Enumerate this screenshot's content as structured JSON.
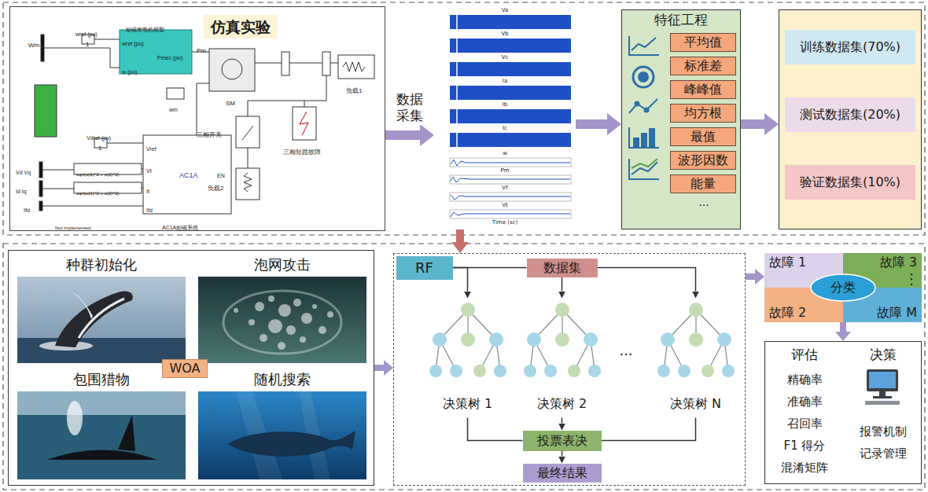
{
  "diagram": {
    "nodes": [
      {
        "text": [
          "仿真实验"
        ]
      },
      {
        "text": [
          "Va",
          "Vb",
          "Vc",
          "Ia",
          "Ib",
          "Ic",
          "w",
          "Pm",
          "Vf",
          "Vt",
          "Time (sc)"
        ]
      },
      {
        "text": [
          "特征工程",
          "..."
        ]
      },
      {
        "text": [
          "平均值"
        ],
        "in": 2
      },
      {
        "text": [
          "标准差"
        ],
        "in": 2
      },
      {
        "text": [
          "峰峰值"
        ],
        "in": 2
      },
      {
        "text": [
          "均方根"
        ],
        "in": 2
      },
      {
        "text": [
          "最值"
        ],
        "in": 2
      },
      {
        "text": [
          "波形因数"
        ],
        "in": 2
      },
      {
        "text": [
          "能量"
        ],
        "in": 2
      },
      {
        "text": []
      },
      {
        "text": [
          "训练数据集(70%)"
        ],
        "in": 10
      },
      {
        "text": [
          "测试数据集(20%)"
        ],
        "in": 10
      },
      {
        "text": [
          "验证数据集(10%)"
        ],
        "in": 10
      },
      {
        "text": [
          "WOA"
        ]
      },
      {
        "text": [
          "种群初始化"
        ],
        "in": 14
      },
      {
        "text": [
          "泡网攻击"
        ],
        "in": 14
      },
      {
        "text": [
          "包围猎物"
        ],
        "in": 14
      },
      {
        "text": [
          "随机搜索"
        ],
        "in": 14
      },
      {
        "text": [
          "..."
        ]
      },
      {
        "text": [
          "RF"
        ],
        "in": 19
      },
      {
        "text": [
          "数据集"
        ],
        "in": 19
      },
      {
        "text": [
          "决策树 1"
        ],
        "in": 19
      },
      {
        "text": [
          "决策树 2"
        ],
        "in": 19
      },
      {
        "text": [
          "决策树 N"
        ],
        "in": 19
      },
      {
        "text": [
          "投票表决"
        ],
        "in": 19
      },
      {
        "text": [
          "最终结果"
        ],
        "in": 19
      },
      {
        "text": [
          "⋮"
        ]
      },
      {
        "text": [
          "故障 1"
        ],
        "in": 27
      },
      {
        "text": [
          "故障 3"
        ],
        "in": 27
      },
      {
        "text": [
          "故障 2"
        ],
        "in": 27
      },
      {
        "text": [
          "故障 M"
        ],
        "in": 27
      },
      {
        "text": [
          "分类"
        ],
        "in": 27
      },
      {
        "text": [
          "评估",
          "精确率 准确率 召回率 F1 得分 混淆矩阵",
          "决策",
          "报警机制 记录管理"
        ]
      }
    ],
    "edges": [
      {
        "from": 0,
        "to": 1,
        "arrow": "to",
        "label": "数据 采集"
      },
      {
        "from": 1,
        "to": 2,
        "arrow": "to"
      },
      {
        "from": 2,
        "to": 10,
        "arrow": "to"
      },
      {
        "from": 1,
        "to": 19,
        "arrow": "to"
      },
      {
        "from": 14,
        "to": 19,
        "arrow": "to"
      },
      {
        "from": 20,
        "to": 21,
        "arrow": "none"
      },
      {
        "from": 20,
        "to": 22,
        "arrow": "to"
      },
      {
        "from": 21,
        "to": 23,
        "arrow": "to"
      },
      {
        "from": 21,
        "to": 24,
        "arrow": "to"
      },
      {
        "from": 22,
        "to": 25,
        "arrow": "none"
      },
      {
        "from": 23,
        "to": 25,
        "arrow": "to"
      },
      {
        "from": 24,
        "to": 25,
        "arrow": "none"
      },
      {
        "from": 25,
        "to": 26,
        "arrow": "to"
      },
      {
        "from": 19,
        "to": 27,
        "arrow": "to"
      },
      {
        "from": 27,
        "to": 33,
        "arrow": "to"
      }
    ],
    "labels": [
      "励磁发电机模型",
      "wref (pu)",
      "1",
      "wref (pu)",
      "Pmec (pu)",
      "w (pu)",
      "Wm",
      "Pm",
      "SM",
      "wm",
      "负载1",
      "三相开关",
      "三相短路故障",
      "负载2",
      "Vdref (pu)",
      "1",
      "Vd Vq",
      "Id Iq",
      "Ifd",
      "sqrt(u(1)^2 + u(2)^2)",
      "sqrt(u(1)^2 + u(2)^2)",
      "Vref",
      "Vt",
      "It",
      "Ifd",
      "AC1A",
      "EN",
      "AC1A励磁系统",
      "Not implemented"
    ]
  }
}
